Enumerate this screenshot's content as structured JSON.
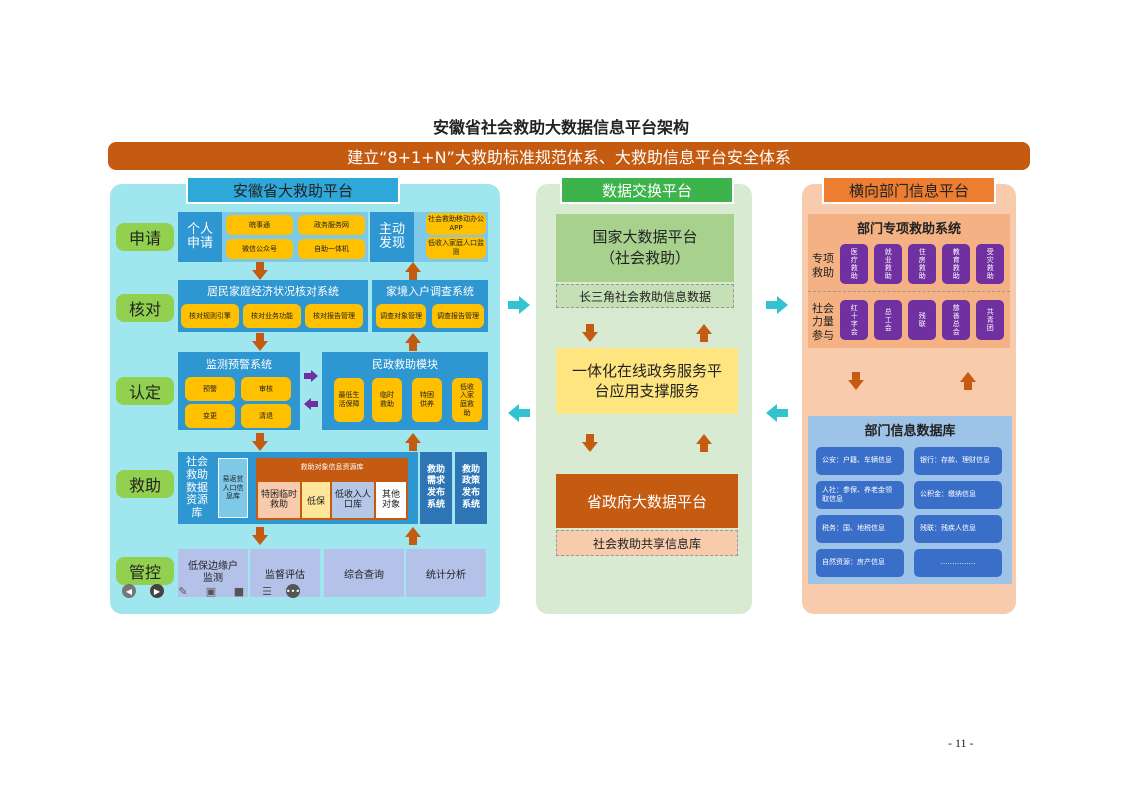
{
  "page": {
    "title": "安徽省社会救助大数据信息平台架构",
    "banner": "建立“8+1+N”大救助标准规范体系、大救助信息平台安全体系",
    "page_number": "- 11 -"
  },
  "left_panel": {
    "header": "安徽省大救助平台",
    "side_labels": [
      "申请",
      "核对",
      "认定",
      "救助",
      "管控"
    ],
    "apply": {
      "personal_label": "个人申请",
      "personal_buttons": [
        "皖事通",
        "政务服务网",
        "微信公众号",
        "自助一体机"
      ],
      "active_label": "主动发现",
      "active_buttons": [
        "社会救助移动办公APP",
        "低收入家庭人口监测"
      ]
    },
    "verify": {
      "system_title": "居民家庭经济状况核对系统",
      "system_buttons": [
        "核对规则引擎",
        "核对业务功能",
        "核对报告管理"
      ],
      "survey_title": "家境入户调查系统",
      "survey_buttons": [
        "调查对象管理",
        "调查报告管理"
      ]
    },
    "identify": {
      "monitor_title": "监测预警系统",
      "monitor_buttons": [
        "预警",
        "审核",
        "变更",
        "清退"
      ],
      "civil_title": "民政救助模块",
      "civil_buttons": [
        "最低生活保障",
        "临时救助",
        "特困供养",
        "低收入家庭救助"
      ]
    },
    "relief": {
      "resource_label": "社会救助数据资源库",
      "poor_db": "易返贫人口信息库",
      "object_db_title": "救助对象信息资源库",
      "object_db_items": [
        "特困临时救助",
        "低保",
        "低收入人口库",
        "其他对象"
      ],
      "demand_system": "救助需求发布系统",
      "policy_system": "救助政策发布系统"
    },
    "control": [
      "低保边缘户监测",
      "监督评估",
      "综合查询",
      "统计分析"
    ]
  },
  "middle_panel": {
    "header": "数据交换平台",
    "national": "国家大数据平台\n（社会救助）",
    "yangtze": "长三角社会救助信息数据",
    "gov_service": "一体化在线政务服务平台应用支撑服务",
    "provincial": "省政府大数据平台",
    "shared_db": "社会救助共享信息库"
  },
  "right_panel": {
    "header": "横向部门信息平台",
    "special_title": "部门专项救助系统",
    "special_label": "专项救助",
    "special_items": [
      "医疗救助",
      "就业救助",
      "住房救助",
      "教育救助",
      "受灾救助"
    ],
    "social_label": "社会力量参与",
    "social_items": [
      "红十字会",
      "总工会",
      "残联",
      "慈善总会",
      "共青团"
    ],
    "info_db_title": "部门信息数据库",
    "info_items": [
      "公安：户籍、车辆信息",
      "银行：存款、理财信息",
      "人社：参保、养老金领取信息",
      "公积金：缴纳信息",
      "税务：国、地税信息",
      "残联：残疾人信息",
      "自然资源：房产信息",
      "……………"
    ]
  },
  "colors": {
    "banner": "#c55a11",
    "left_panel_bg": "#9fe6ef",
    "middle_panel_bg": "#d9ead3",
    "right_panel_bg": "#f8cbad",
    "side_label": "#92d050",
    "arrow": "#c55a11",
    "exchange_arrow": "#33c3d0",
    "purple": "#7030a0"
  },
  "toolbar_icons": [
    "prev-icon",
    "next-icon",
    "pen-icon",
    "screen-icon",
    "camera-icon",
    "comment-icon",
    "more-icon"
  ]
}
